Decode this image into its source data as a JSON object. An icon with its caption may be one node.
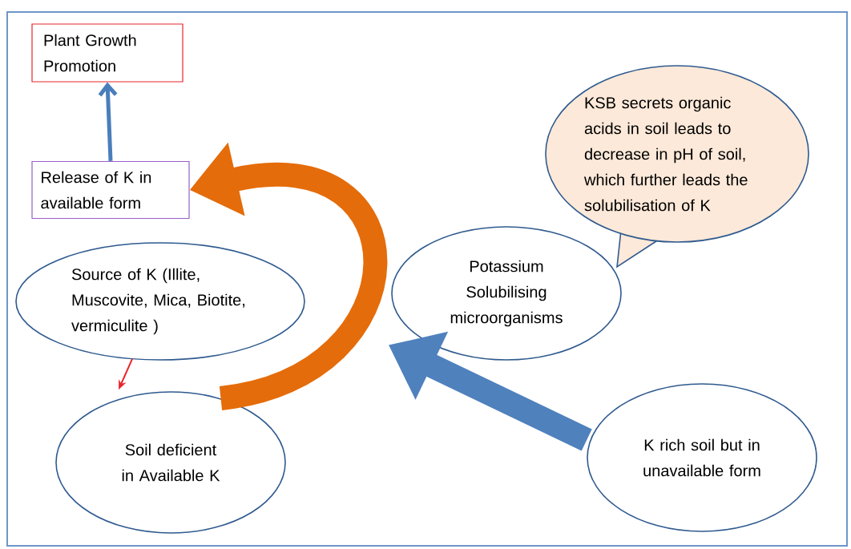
{
  "diagram": {
    "nodes": [
      {
        "text": [
          "Plant Growth Promotion"
        ]
      },
      {
        "text": [
          "Release of K in available form"
        ]
      },
      {
        "text": [
          "KSB secrets organic acids in soil leads to decrease in pH of soil, which further leads the solubilisation of K"
        ]
      },
      {
        "text": [
          "Source of K (Illite, Muscovite, Mica, Biotite, vermiculite )"
        ]
      },
      {
        "text": [
          "Potassium Solubilising microorganisms"
        ]
      },
      {
        "text": [
          "Soil deficient in Available K"
        ]
      },
      {
        "text": [
          "K rich soil but in unavailable form"
        ]
      }
    ],
    "edges": [
      {
        "from": 1,
        "to": 0,
        "arrow": "to",
        "color": "#4a7ebb"
      },
      {
        "from": 3,
        "to": 5,
        "arrow": "to",
        "color": "#e8262b"
      },
      {
        "from": 5,
        "to": 1,
        "arrow": "to",
        "style": "thick",
        "color": "#e46c0a"
      },
      {
        "from": 6,
        "to": 4,
        "arrow": "to",
        "style": "thick",
        "color": "#4f81bd"
      }
    ]
  }
}
